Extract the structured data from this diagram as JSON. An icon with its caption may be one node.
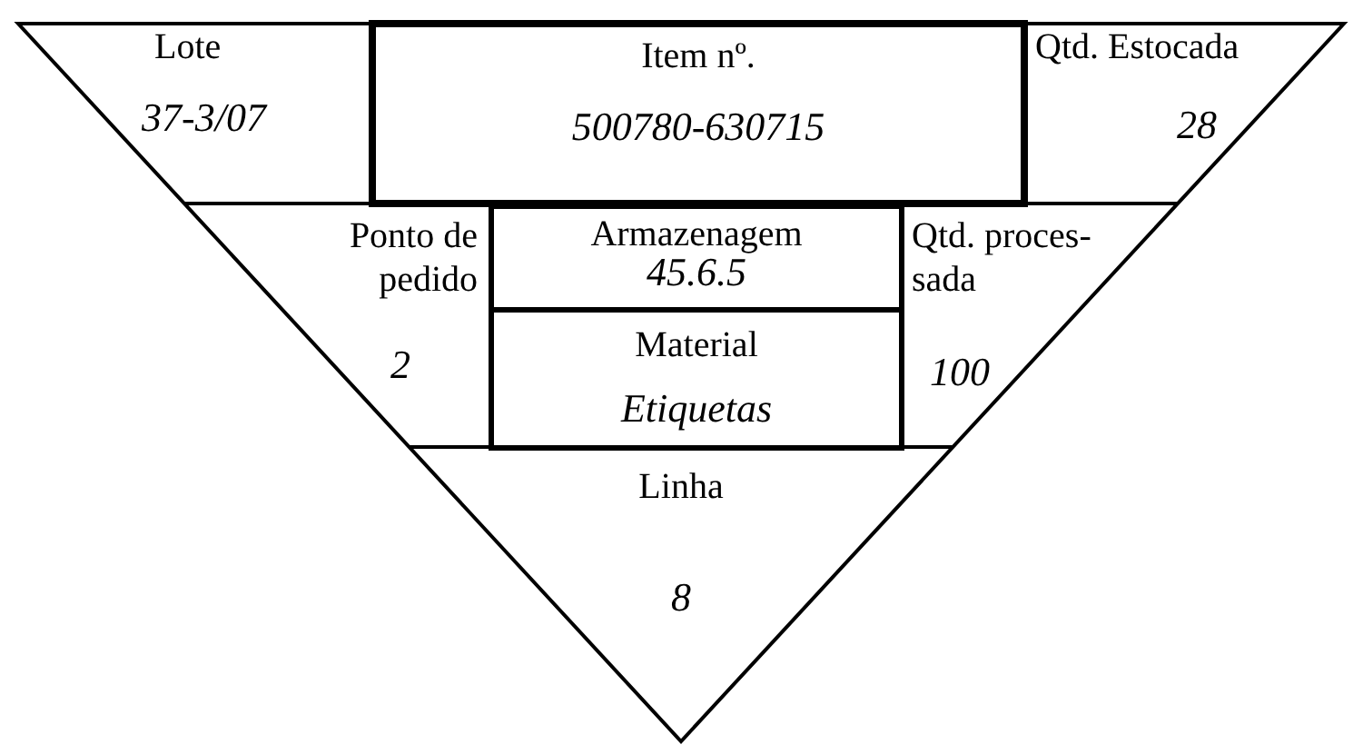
{
  "diagram": {
    "nodes": [
      {
        "text": [
          "Item nº.",
          "500780-630715"
        ]
      },
      {
        "text": [
          "Armazenagem",
          "45.6.5"
        ]
      },
      {
        "text": [
          "Material",
          "Etiquetas"
        ]
      }
    ],
    "labels": [
      "Lote",
      "37-3/07",
      "Qtd. Estocada",
      "28",
      "Ponto de pedido",
      "Qtd. proces- sada",
      "2",
      "100",
      "Linha",
      "8"
    ]
  }
}
